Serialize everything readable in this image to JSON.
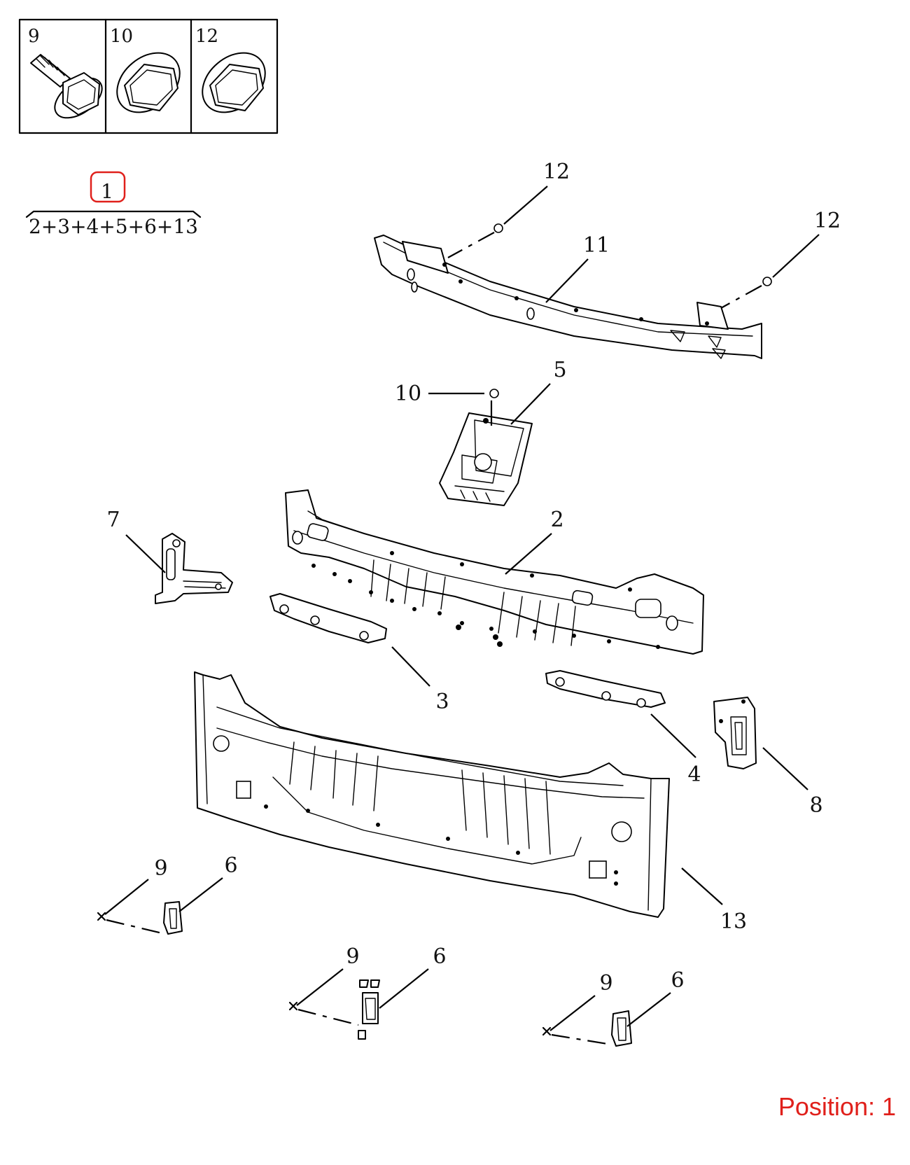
{
  "legend": {
    "cells": [
      {
        "number": "9",
        "icon": "flange-bolt-icon"
      },
      {
        "number": "10",
        "icon": "flange-nut-icon"
      },
      {
        "number": "12",
        "icon": "flange-nut-icon"
      }
    ]
  },
  "assembly": {
    "number": "1",
    "formula": "2+3+4+5+6+13",
    "highlight_color": "#e0201b"
  },
  "callouts": {
    "c12a": "12",
    "c12b": "12",
    "c11": "11",
    "c10": "10",
    "c5": "5",
    "c7": "7",
    "c2": "2",
    "c3": "3",
    "c4": "4",
    "c8": "8",
    "c13": "13",
    "c9a": "9",
    "c6a": "6",
    "c9b": "9",
    "c6b": "6",
    "c9c": "9",
    "c6c": "6"
  },
  "position": {
    "label": "Position: 1",
    "color": "#e0201b"
  }
}
